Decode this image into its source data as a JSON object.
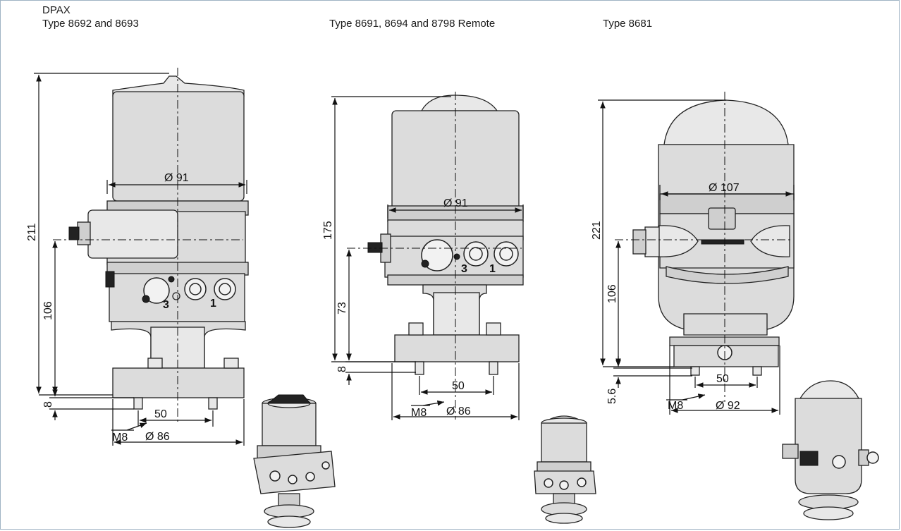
{
  "headers": {
    "left_line1": "DPAX",
    "left_line2": "Type 8692 and 8693",
    "middle": "Type 8691, 8694 and 8798 Remote",
    "right": "Type 8681"
  },
  "drawing_left": {
    "height": "211",
    "axis_height": "106",
    "diameter_top": "Ø 91",
    "flange_thickness": "8",
    "bolt_spacing": "50",
    "thread": "M8",
    "flange_diameter": "Ø 86",
    "port_3": "3",
    "port_1": "1"
  },
  "drawing_middle": {
    "height": "175",
    "axis_height": "73",
    "diameter_top": "Ø 91",
    "flange_thickness": "8",
    "bolt_spacing": "50",
    "thread": "M8",
    "flange_diameter": "Ø 86",
    "port_3": "3",
    "port_1": "1"
  },
  "drawing_right": {
    "height": "221",
    "axis_height": "106",
    "diameter_top": "Ø 107",
    "flange_thickness": "5.6",
    "bolt_spacing": "50",
    "thread": "M8",
    "flange_diameter": "Ø 92"
  },
  "colors": {
    "frame_border": "#9fb3c4",
    "line": "#111111",
    "body_fill": "#dcdcdc"
  }
}
